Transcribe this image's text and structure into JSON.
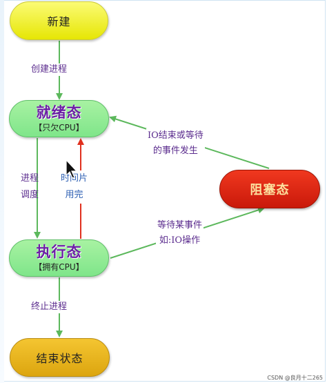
{
  "nodes": {
    "new": "新建",
    "ready": {
      "title": "就绪态",
      "sub": "【只欠CPU】"
    },
    "running": {
      "title": "执行态",
      "sub": "【拥有CPU】"
    },
    "blocked": "阻塞态",
    "end": "结束状态"
  },
  "edges": {
    "create": "创建进程",
    "io_done_line1": "IO结束或等待",
    "io_done_line2": "的事件发生",
    "schedule_line1": "进程",
    "schedule_line2": "调度",
    "timeslice_line1": "时间片",
    "timeslice_line2": "用完",
    "wait_line1": "等待某事件",
    "wait_line2": "如:IO操作",
    "terminate": "终止进程"
  },
  "watermark": "CSDN @良月十二265",
  "colors": {
    "green_arrow": "#5cb85c",
    "red_arrow": "#e0301e",
    "label_text": "#5b2c8e",
    "timeslice_text": "#2d5fb3"
  }
}
